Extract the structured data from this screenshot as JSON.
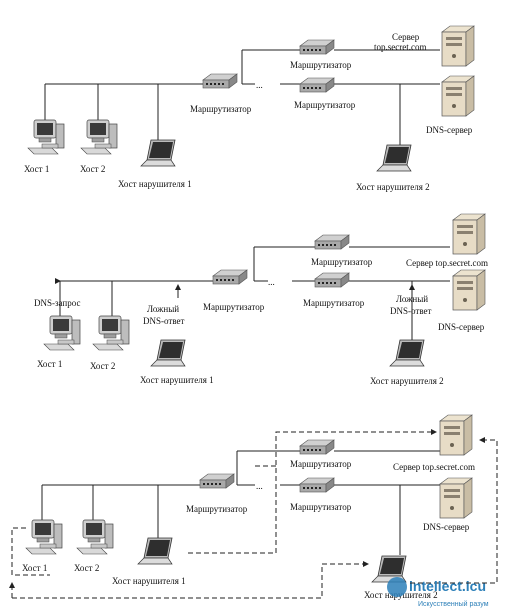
{
  "labels": {
    "router": "Маршрутизатор",
    "server_name": "Сервер",
    "server_domain": "top.secret.com",
    "server_full": "Сервер top.secret.com",
    "dns_server": "DNS-сервер",
    "host1": "Хост 1",
    "host2": "Хост 2",
    "attacker1": "Хост нарушителя 1",
    "attacker2": "Хост нарушителя 2",
    "dns_query": "DNS-запрос",
    "fake_dns_line1": "Ложный",
    "fake_dns_line2": "DNS-ответ",
    "dots": "..."
  },
  "watermark": {
    "text": "intellect.icu",
    "sub": "Искусственный разум"
  }
}
